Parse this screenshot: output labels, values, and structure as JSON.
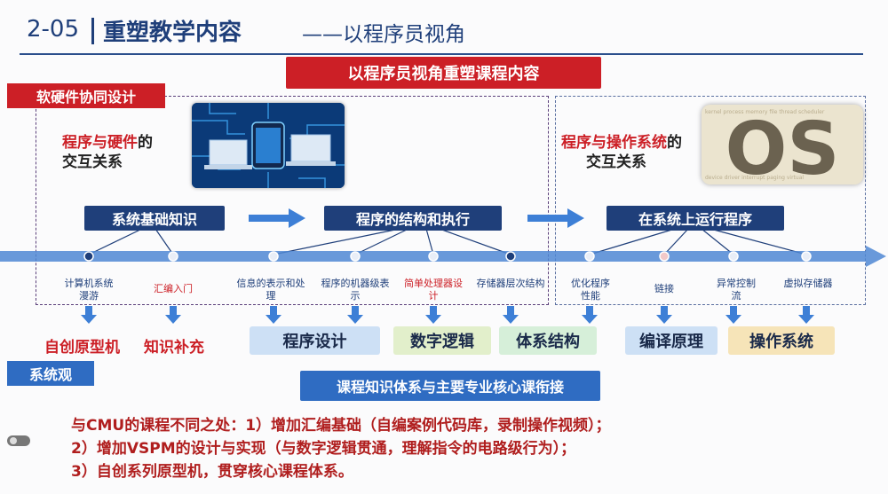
{
  "header": {
    "number": "2-05",
    "title": "重塑教学内容",
    "subtitle": "——以程序员视角"
  },
  "banner_top": "以程序员视角重塑课程内容",
  "left_tag": "软硬件协同设计",
  "relation_hw": {
    "red": "程序与硬件",
    "rest": "的",
    "line2": "交互关系"
  },
  "relation_os": {
    "red": "程序与操作系统",
    "rest": "的",
    "line2": "交互关系"
  },
  "image_os_text": "OS",
  "stages": [
    "系统基础知识",
    "程序的结构和执行",
    "在系统上运行程序"
  ],
  "topics": [
    {
      "text": "计算机系统漫游",
      "color": "blue"
    },
    {
      "text": "汇编入门",
      "color": "red"
    },
    {
      "text": "信息的表示和处理",
      "color": "blue"
    },
    {
      "text": "程序的机器级表示",
      "color": "blue"
    },
    {
      "text": "简单处理器设计",
      "color": "red"
    },
    {
      "text": "存储器层次结构",
      "color": "blue"
    },
    {
      "text": "优化程序性能",
      "color": "blue"
    },
    {
      "text": "链接",
      "color": "blue"
    },
    {
      "text": "异常控制流",
      "color": "blue"
    },
    {
      "text": "虚拟存储器",
      "color": "blue"
    }
  ],
  "outcomes_red": [
    "自创原型机",
    "知识补充"
  ],
  "courses": [
    "程序设计",
    "数字逻辑",
    "体系结构",
    "编译原理",
    "操作系统"
  ],
  "system_tag": "系统观",
  "banner_bottom": "课程知识体系与主要专业核心课衔接",
  "notes": [
    "与CMU的课程不同之处：1）增加汇编基础（自编案例代码库，录制操作视频）；",
    "2）增加VSPM的设计与实现（与数字逻辑贯通，理解指令的电路级行为）；",
    "3）自创系列原型机，贯穿核心课程体系。"
  ],
  "colors": {
    "navy": "#1f3f7a",
    "red": "#cc1f26",
    "blue": "#2f6cc2",
    "timeline": "#4f87d4"
  }
}
